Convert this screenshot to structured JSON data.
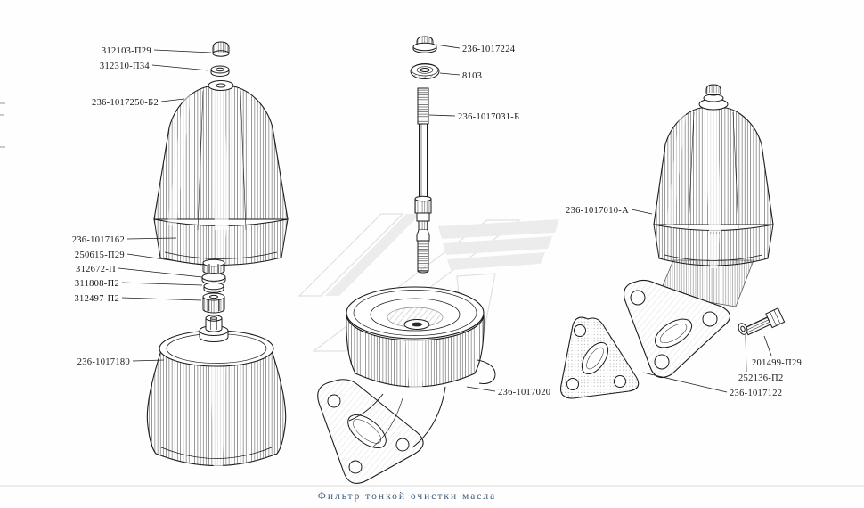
{
  "caption": {
    "text": "Фильтр тонкой очистки масла",
    "color": "#3c5a78"
  },
  "labels": {
    "left": [
      "312103-П29",
      "312310-П34",
      "236-1017250-Б2",
      "236-1017162",
      "250615-П29",
      "312672-П",
      "311808-П2",
      "312497-П2",
      "236-1017180"
    ],
    "center": [
      "236-1017224",
      "8103",
      "236-1017031-Б",
      "236-1017020"
    ],
    "right": [
      "236-1017010-А",
      "201499-П29",
      "252136-П2",
      "236-1017122"
    ]
  },
  "colors": {
    "ink": "#1b1b1b",
    "watermark": "#c9c9c9"
  }
}
